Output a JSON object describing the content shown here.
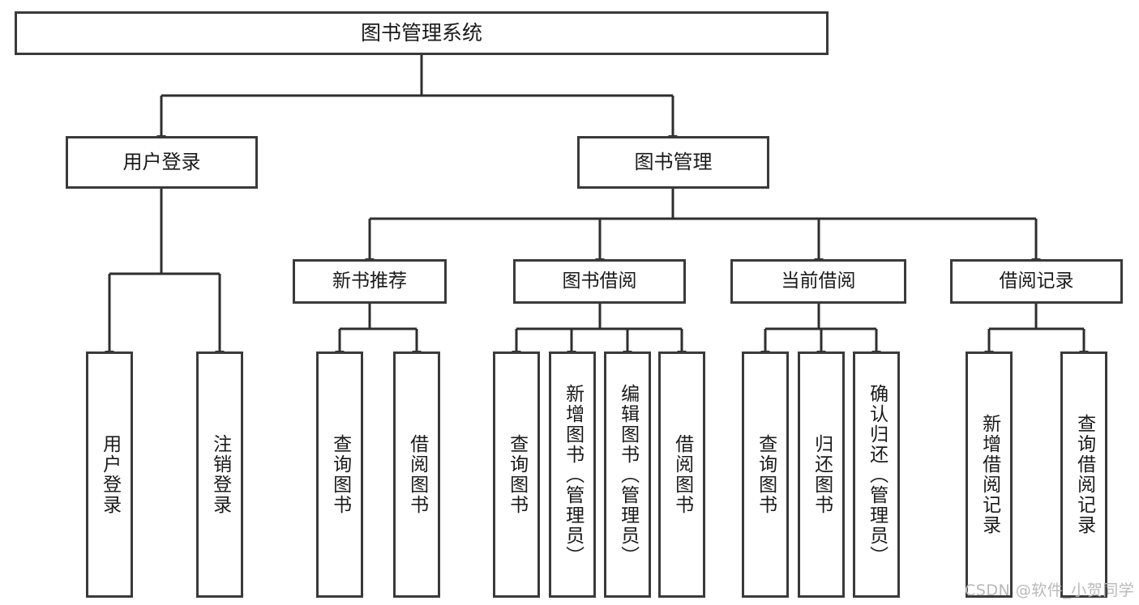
{
  "diagram": {
    "title": "图书管理系统",
    "type": "tree-hierarchy-chart",
    "colors": {
      "stroke": "#3a3a3a",
      "fill": "#ffffff",
      "text": "#1a1a1a",
      "watermark": "#b9b9b9"
    },
    "root": {
      "label": "图书管理系统"
    },
    "level1": [
      {
        "label": "用户登录"
      },
      {
        "label": "图书管理"
      }
    ],
    "level2": [
      {
        "label": "新书推荐"
      },
      {
        "label": "图书借阅"
      },
      {
        "label": "当前借阅"
      },
      {
        "label": "借阅记录"
      }
    ],
    "leaves": {
      "user_login": [
        {
          "label": "用户登录"
        },
        {
          "label": "注销登录"
        }
      ],
      "new_book_recommend": [
        {
          "label": "查询图书"
        },
        {
          "label": "借阅图书"
        }
      ],
      "book_borrow": [
        {
          "label": "查询图书"
        },
        {
          "label": "新增图书（管理员）"
        },
        {
          "label": "编辑图书（管理员）"
        },
        {
          "label": "借阅图书"
        }
      ],
      "current_borrow": [
        {
          "label": "查询图书"
        },
        {
          "label": "归还图书"
        },
        {
          "label": "确认归还（管理员）"
        }
      ],
      "borrow_record": [
        {
          "label": "新增借阅记录"
        },
        {
          "label": "查询借阅记录"
        }
      ]
    },
    "watermark": "CSDN @软件_小贺同学"
  }
}
